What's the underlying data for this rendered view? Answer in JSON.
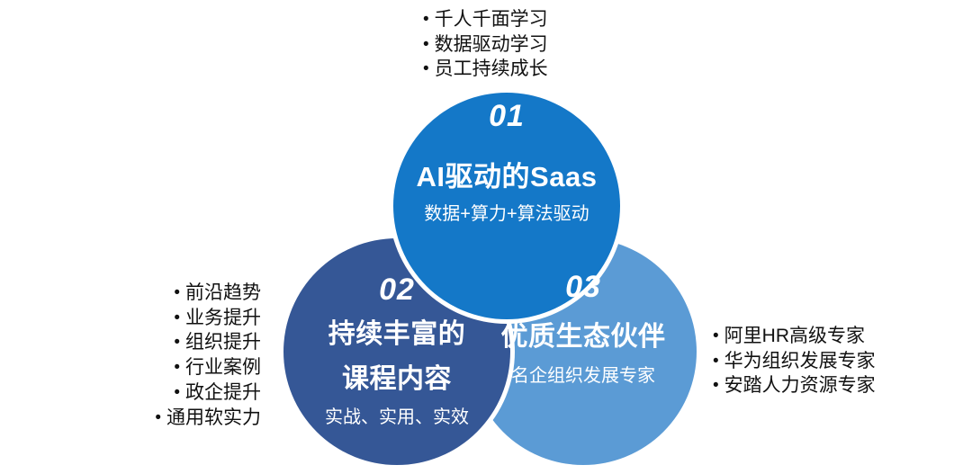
{
  "diagram": {
    "type": "venn-three-circle",
    "colors": {
      "circle_one": "#1478c8",
      "circle_two": "#355796",
      "circle_three": "#5b9bd5",
      "text_on_circle": "#ffffff",
      "bullet_text": "#111111",
      "background": "#ffffff"
    },
    "circles": [
      {
        "number": "01",
        "title": "AI驱动的Saas",
        "subtitle": "数据+算力+算法驱动",
        "color": "#1478c8"
      },
      {
        "number": "02",
        "title_line1": "持续丰富的",
        "title_line2": "课程内容",
        "subtitle": "实战、实用、实效",
        "color": "#355796"
      },
      {
        "number": "03",
        "title": "优质生态伙伴",
        "subtitle": "名企组织发展专家",
        "color": "#5b9bd5"
      }
    ]
  },
  "top_bullets": {
    "items": [
      "千人千面学习",
      "数据驱动学习",
      "员工持续成长"
    ]
  },
  "left_bullets": {
    "items": [
      "前沿趋势",
      "业务提升",
      "组织提升",
      "行业案例",
      "政企提升",
      "通用软实力"
    ]
  },
  "right_bullets": {
    "items": [
      "阿里HR高级专家",
      "华为组织发展专家",
      "安踏人力资源专家"
    ]
  }
}
